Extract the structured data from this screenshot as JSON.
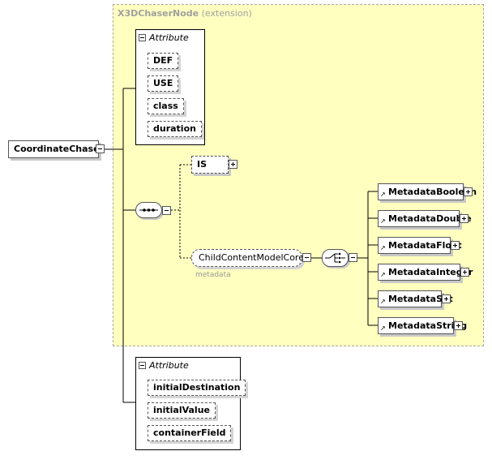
{
  "extension": {
    "name": "X3DChaserNode",
    "suffix": "(extension)"
  },
  "root": {
    "label": "CoordinateChaser"
  },
  "attribute_group_1": {
    "heading": "Attribute",
    "items": [
      "DEF",
      "USE",
      "class",
      "duration"
    ]
  },
  "attribute_group_2": {
    "heading": "Attribute",
    "items": [
      "initialDestination",
      "initialValue",
      "containerField"
    ]
  },
  "is_element": {
    "label": "IS"
  },
  "child_group": {
    "label": "ChildContentModelCore",
    "sublabel": "metadata"
  },
  "metadata_elements": [
    "MetadataBoolean",
    "MetadataDouble",
    "MetadataFloat",
    "MetadataInteger",
    "MetadataSet",
    "MetadataString"
  ]
}
